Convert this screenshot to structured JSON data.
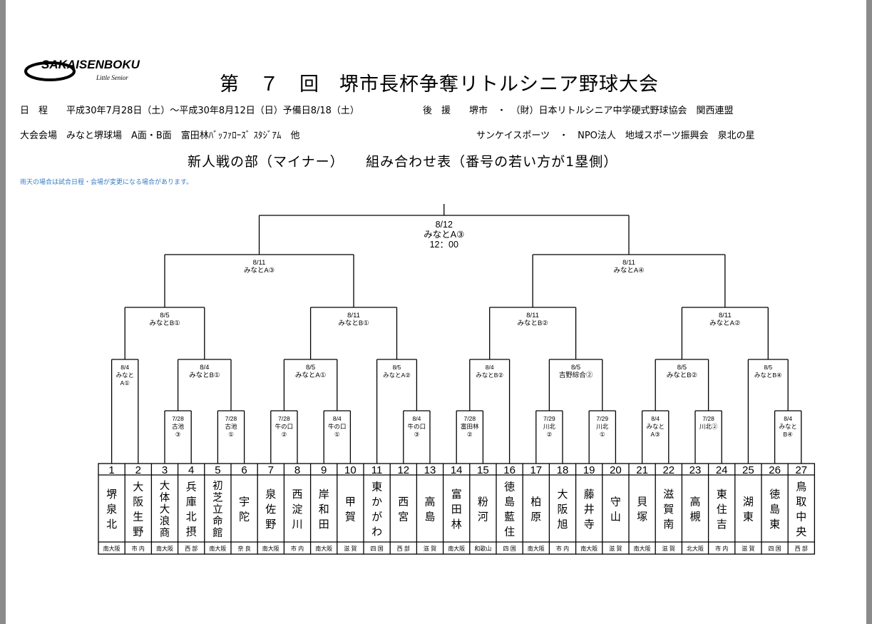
{
  "logo": {
    "text": "SAKAISENBOKU",
    "subtext": "Little Senior"
  },
  "header": {
    "title": "第　７　回　堺市長杯争奪リトルシニア野球大会",
    "schedule": "日　程　　平成30年7月28日（土）～平成30年8月12日（日）予備日8/18（土）",
    "support": "後　援　　堺市　・　（財）日本リトルシニア中学硬式野球協会　関西連盟",
    "venue": "大会会場　みなと堺球場　A面・B面　富田林ﾊﾞｯﾌｧﾛｰｽﾞ ｽﾀｼﾞｱﾑ　他",
    "sponsors": "サンケイスポーツ　・　NPO法人　地域スポーツ振興会　泉北の星",
    "subtitle": "新人戦の部（マイナー）　　組み合わせ表（番号の若い方が1塁側）",
    "note": "雨天の場合は試合日程・会場が変更になる場合があります。"
  },
  "teams": [
    {
      "no": "1",
      "name": "堺泉北",
      "region": "南大阪"
    },
    {
      "no": "2",
      "name": "大阪生野",
      "region": "市 内"
    },
    {
      "no": "3",
      "name": "大体大浪商",
      "region": "南大阪"
    },
    {
      "no": "4",
      "name": "兵庫北摂",
      "region": "西 部"
    },
    {
      "no": "5",
      "name": "初芝立命館",
      "region": "南大阪"
    },
    {
      "no": "6",
      "name": "宇陀",
      "region": "奈 良"
    },
    {
      "no": "7",
      "name": "泉佐野",
      "region": "南大阪"
    },
    {
      "no": "8",
      "name": "西淀川",
      "region": "市 内"
    },
    {
      "no": "9",
      "name": "岸和田",
      "region": "南大阪"
    },
    {
      "no": "10",
      "name": "甲賀",
      "region": "滋 賀"
    },
    {
      "no": "11",
      "name": "東かがわ",
      "region": "四 国"
    },
    {
      "no": "12",
      "name": "西宮",
      "region": "西 部"
    },
    {
      "no": "13",
      "name": "高島",
      "region": "滋 賀"
    },
    {
      "no": "14",
      "name": "富田林",
      "region": "南大阪"
    },
    {
      "no": "15",
      "name": "粉河",
      "region": "和歌山"
    },
    {
      "no": "16",
      "name": "徳島藍住",
      "region": "四 国"
    },
    {
      "no": "17",
      "name": "柏原",
      "region": "南大阪"
    },
    {
      "no": "18",
      "name": "大阪旭",
      "region": "市 内"
    },
    {
      "no": "19",
      "name": "藤井寺",
      "region": "南大阪"
    },
    {
      "no": "20",
      "name": "守山",
      "region": "滋 賀"
    },
    {
      "no": "21",
      "name": "貝塚",
      "region": "南大阪"
    },
    {
      "no": "22",
      "name": "滋賀南",
      "region": "滋 賀"
    },
    {
      "no": "23",
      "name": "高槻",
      "region": "北大阪"
    },
    {
      "no": "24",
      "name": "東住吉",
      "region": "市 内"
    },
    {
      "no": "25",
      "name": "湖東",
      "region": "滋 賀"
    },
    {
      "no": "26",
      "name": "徳島東",
      "region": "四 国"
    },
    {
      "no": "27",
      "name": "鳥取中央",
      "region": "西 部"
    }
  ],
  "matches": {
    "r1": [
      {
        "lines": [
          "7/28",
          "古池",
          "③"
        ]
      },
      {
        "lines": [
          "7/28",
          "古池",
          "①"
        ]
      },
      {
        "lines": [
          "7/28",
          "牛の口",
          "②"
        ]
      },
      {
        "lines": [
          "8/4",
          "牛の口",
          "①"
        ]
      },
      {
        "lines": [
          "8/4",
          "牛の口",
          "③"
        ]
      },
      {
        "lines": [
          "7/28",
          "富田林",
          "②"
        ]
      },
      {
        "lines": [
          "7/29",
          "川北",
          "②"
        ]
      },
      {
        "lines": [
          "7/29",
          "川北",
          "①"
        ]
      },
      {
        "lines": [
          "8/4",
          "みなと",
          "A③"
        ]
      },
      {
        "lines": [
          "7/28",
          "川北②"
        ]
      },
      {
        "lines": [
          "8/4",
          "みなと",
          "B④"
        ]
      }
    ],
    "r2": [
      {
        "lines": [
          "8/4",
          "みなと",
          "A①"
        ]
      },
      {
        "lines": [
          "8/4",
          "みなとB①"
        ]
      },
      {
        "lines": [
          "8/5",
          "みなとA①"
        ]
      },
      {
        "lines": [
          "8/5",
          "みなとA②"
        ]
      },
      {
        "lines": [
          "8/4",
          "みなとB②"
        ]
      },
      {
        "lines": [
          "8/5",
          "吉野綜合②"
        ]
      },
      {
        "lines": [
          "8/5",
          "みなとB②"
        ]
      },
      {
        "lines": [
          "8/5",
          "みなとB④"
        ]
      }
    ],
    "r3": [
      {
        "lines": [
          "8/5",
          "みなとB①"
        ]
      },
      {
        "lines": [
          "8/11",
          "みなとB①"
        ]
      },
      {
        "lines": [
          "8/11",
          "みなとB②"
        ]
      },
      {
        "lines": [
          "8/11",
          "みなとA②"
        ]
      }
    ],
    "r4": [
      {
        "lines": [
          "8/11",
          "みなとA③"
        ]
      },
      {
        "lines": [
          "8/11",
          "みなとA④"
        ]
      }
    ],
    "final": {
      "lines": [
        "8/12",
        "みなとA③",
        "12：00"
      ]
    }
  }
}
